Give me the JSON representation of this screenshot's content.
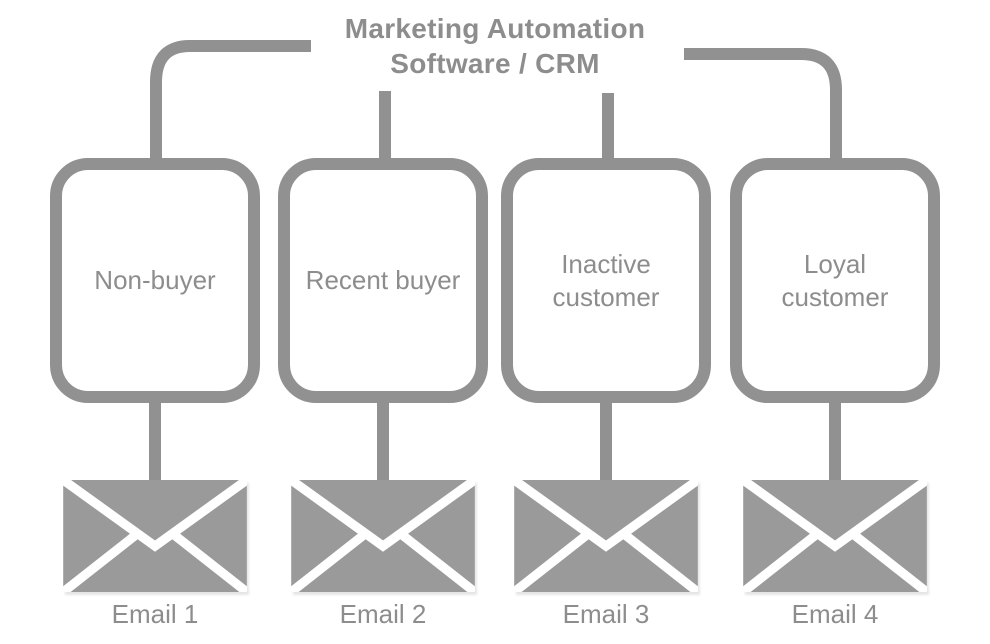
{
  "title": {
    "line1": "Marketing Automation",
    "line2": "Software / CRM"
  },
  "segments": [
    {
      "label": "Non-buyer",
      "email_label": "Email 1",
      "icon": "envelope-icon"
    },
    {
      "label": "Recent buyer",
      "email_label": "Email 2",
      "icon": "envelope-icon"
    },
    {
      "label": "Inactive customer",
      "email_label": "Email 3",
      "icon": "envelope-icon"
    },
    {
      "label": "Loyal customer",
      "email_label": "Email 4",
      "icon": "envelope-icon"
    }
  ],
  "colors": {
    "line": "#919191",
    "text": "#8d8d8d",
    "envelope": "#9a9a9a",
    "background": "#ffffff"
  }
}
